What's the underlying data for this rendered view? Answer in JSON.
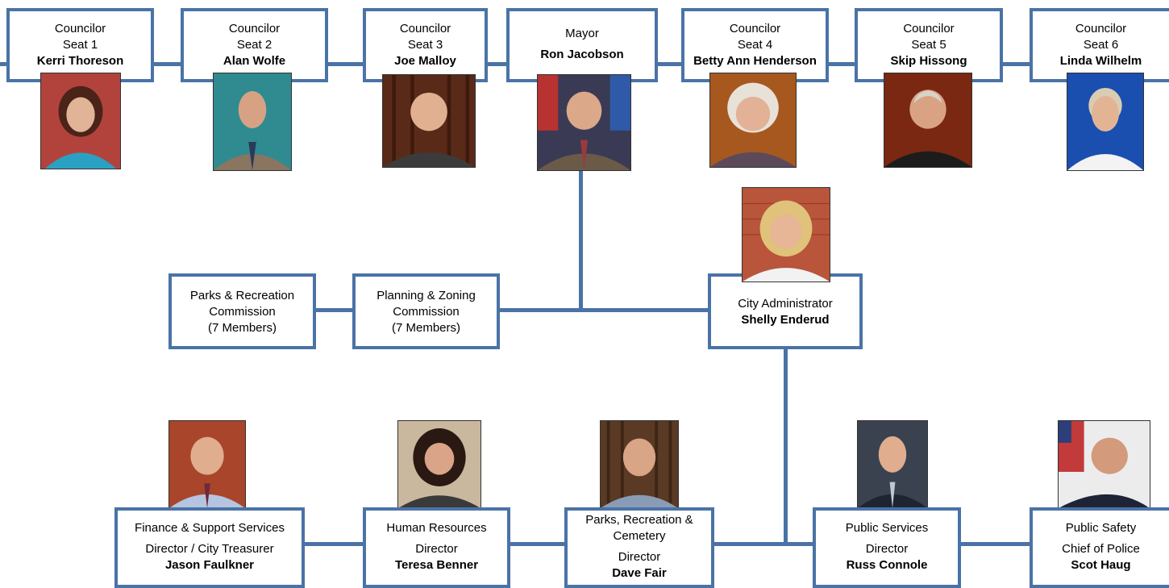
{
  "council": {
    "seat1": {
      "role": "Councilor",
      "seat": "Seat 1",
      "name": "Kerri Thoreson"
    },
    "seat2": {
      "role": "Councilor",
      "seat": "Seat 2",
      "name": "Alan Wolfe"
    },
    "seat3": {
      "role": "Councilor",
      "seat": "Seat 3",
      "name": "Joe Malloy"
    },
    "mayor": {
      "role": "Mayor",
      "name": "Ron Jacobson"
    },
    "seat4": {
      "role": "Councilor",
      "seat": "Seat 4",
      "name": "Betty Ann Henderson"
    },
    "seat5": {
      "role": "Councilor",
      "seat": "Seat 5",
      "name": "Skip Hissong"
    },
    "seat6": {
      "role": "Councilor",
      "seat": "Seat 6",
      "name": "Linda Wilhelm"
    }
  },
  "commissions": {
    "parks": {
      "line1": "Parks & Recreation",
      "line2": "Commission",
      "line3": "(7 Members)"
    },
    "planning": {
      "line1": "Planning & Zoning",
      "line2": "Commission",
      "line3": "(7 Members)"
    }
  },
  "administrator": {
    "title": "City Administrator",
    "name": "Shelly Enderud"
  },
  "departments": {
    "finance": {
      "dept": "Finance & Support Services",
      "title": "Director / City Treasurer",
      "name": "Jason Faulkner"
    },
    "hr": {
      "dept": "Human Resources",
      "title": "Director",
      "name": "Teresa Benner"
    },
    "parks": {
      "dept_line1": "Parks, Recreation &",
      "dept_line2": "Cemetery",
      "title": "Director",
      "name": "Dave Fair"
    },
    "public_services": {
      "dept": "Public Services",
      "title": "Director",
      "name": "Russ Connole"
    },
    "public_safety": {
      "dept": "Public Safety",
      "title": "Chief of Police",
      "name": "Scot Haug"
    }
  },
  "colors": {
    "connector": "#4a73a6"
  }
}
